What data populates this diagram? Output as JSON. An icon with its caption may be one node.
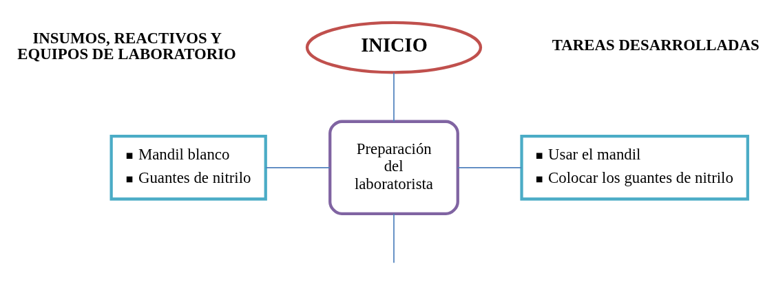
{
  "diagram": {
    "nodes": [
      {
        "text": [
          "INICIO"
        ]
      },
      {
        "text": [
          "Preparación del laboratorista"
        ]
      },
      {
        "text": [
          "Mandil blanco",
          "Guantes de nitrilo"
        ]
      },
      {
        "text": [
          "Usar el mandil",
          "Colocar los guantes de nitrilo"
        ]
      }
    ],
    "edges": [
      {
        "from": 0,
        "to": 1,
        "arrow": "none"
      },
      {
        "from": 2,
        "to": 1,
        "arrow": "none"
      },
      {
        "from": 1,
        "to": 3,
        "arrow": "none"
      },
      {
        "from": 1,
        "to": null,
        "arrow": "none"
      }
    ],
    "labels": [
      "INSUMOS, REACTIVOS Y EQUIPOS DE LABORATORIO",
      "TAREAS DESARROLLADAS"
    ]
  }
}
